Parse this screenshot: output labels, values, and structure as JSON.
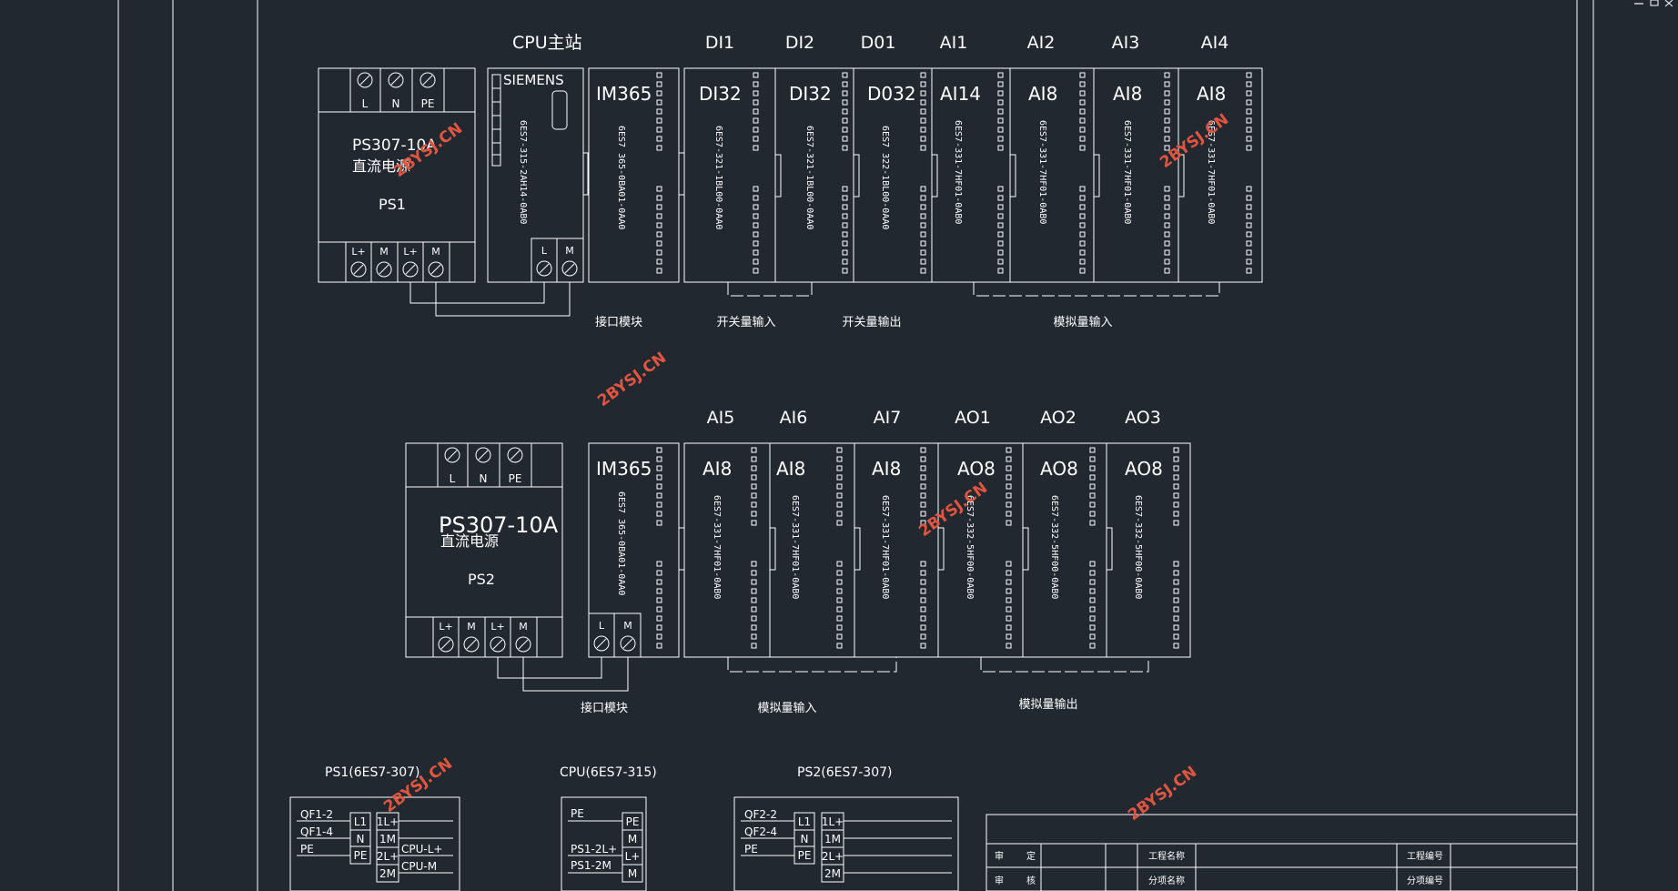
{
  "rack1": {
    "cpu_header": "CPU主站",
    "ps": {
      "terminals_top": [
        "L",
        "N",
        "PE"
      ],
      "model": "PS307-10A",
      "name": "直流电源",
      "id": "PS1",
      "terminals_bottom": [
        "L+",
        "M",
        "L+",
        "M"
      ]
    },
    "cpu": {
      "brand": "SIEMENS",
      "order": "6ES7-315-2AH14-0AB0",
      "terminals": [
        "L",
        "M"
      ]
    },
    "modules": [
      {
        "header": "",
        "type": "IM365",
        "order": "6ES7 365-0BA01-0AA0"
      },
      {
        "header": "DI1",
        "type": "DI32",
        "order": "6ES7-321-1BL00-0AA0"
      },
      {
        "header": "DI2",
        "type": "DI32",
        "order": "6ES7-321-1BL00-0AA0"
      },
      {
        "header": "D01",
        "type": "D032",
        "order": "6ES7 322-1BL00-0AA0"
      },
      {
        "header": "AI1",
        "type": "AI14",
        "order": "6ES7-331-7HF01-0AB0"
      },
      {
        "header": "AI2",
        "type": "AI8",
        "order": "6ES7-331-7HF01-0AB0"
      },
      {
        "header": "AI3",
        "type": "AI8",
        "order": "6ES7-331-7HF01-0AB0"
      },
      {
        "header": "AI4",
        "type": "AI8",
        "order": "6ES7-331-7HF01-0AB0"
      }
    ],
    "groups": [
      "接口模块",
      "开关量输入",
      "开关量输出",
      "模拟量输入"
    ]
  },
  "rack2": {
    "ps": {
      "terminals_top": [
        "L",
        "N",
        "PE"
      ],
      "model": "PS307-10A",
      "name": "直流电源",
      "id": "PS2",
      "terminals_bottom": [
        "L+",
        "M",
        "L+",
        "M"
      ]
    },
    "im": {
      "type": "IM365",
      "order": "6ES7 365-0BA01-0AA0",
      "terminals": [
        "L",
        "M"
      ]
    },
    "modules": [
      {
        "header": "AI5",
        "type": "AI8",
        "order": "6ES7-331-7HF01-0AB0"
      },
      {
        "header": "AI6",
        "type": "AI8",
        "order": "6ES7-331-7HF01-0AB0"
      },
      {
        "header": "AI7",
        "type": "AI8",
        "order": "6ES7-331-7HF01-0AB0"
      },
      {
        "header": "AO1",
        "type": "AO8",
        "order": "6ES7-332-5HF00-0AB0"
      },
      {
        "header": "AO2",
        "type": "AO8",
        "order": "6ES7-332-5HF00-0AB0"
      },
      {
        "header": "AO3",
        "type": "AO8",
        "order": "6ES7-332-5HF00-0AB0"
      }
    ],
    "groups": [
      "接口模块",
      "模拟量输入",
      "模拟量输出"
    ]
  },
  "wiring": {
    "ps1": {
      "title": "PS1(6ES7-307)",
      "left": [
        "QF1-2",
        "QF1-4",
        "PE"
      ],
      "inputs": [
        "L1",
        "N",
        "PE"
      ],
      "outputs": [
        "1L+",
        "1M",
        "2L+",
        "2M"
      ],
      "out_labels": [
        "",
        "",
        "CPU-L+",
        "CPU-M"
      ]
    },
    "cpu": {
      "title": "CPU(6ES7-315)",
      "left": [
        "PE",
        "PS1-2L+",
        "PS1-2M"
      ],
      "terms": [
        "PE",
        "M",
        "L+",
        "M"
      ]
    },
    "ps2": {
      "title": "PS2(6ES7-307)",
      "left": [
        "QF2-2",
        "QF2-4",
        "PE"
      ],
      "inputs": [
        "L1",
        "N",
        "PE"
      ],
      "outputs": [
        "1L+",
        "1M",
        "2L+",
        "2M"
      ]
    }
  },
  "title_block": {
    "row1": [
      "审",
      "定",
      "工程名称",
      "工程编号"
    ],
    "row2": [
      "审",
      "核",
      "分项名称",
      "分项编号"
    ]
  },
  "watermark": "2BYSJ.CN"
}
